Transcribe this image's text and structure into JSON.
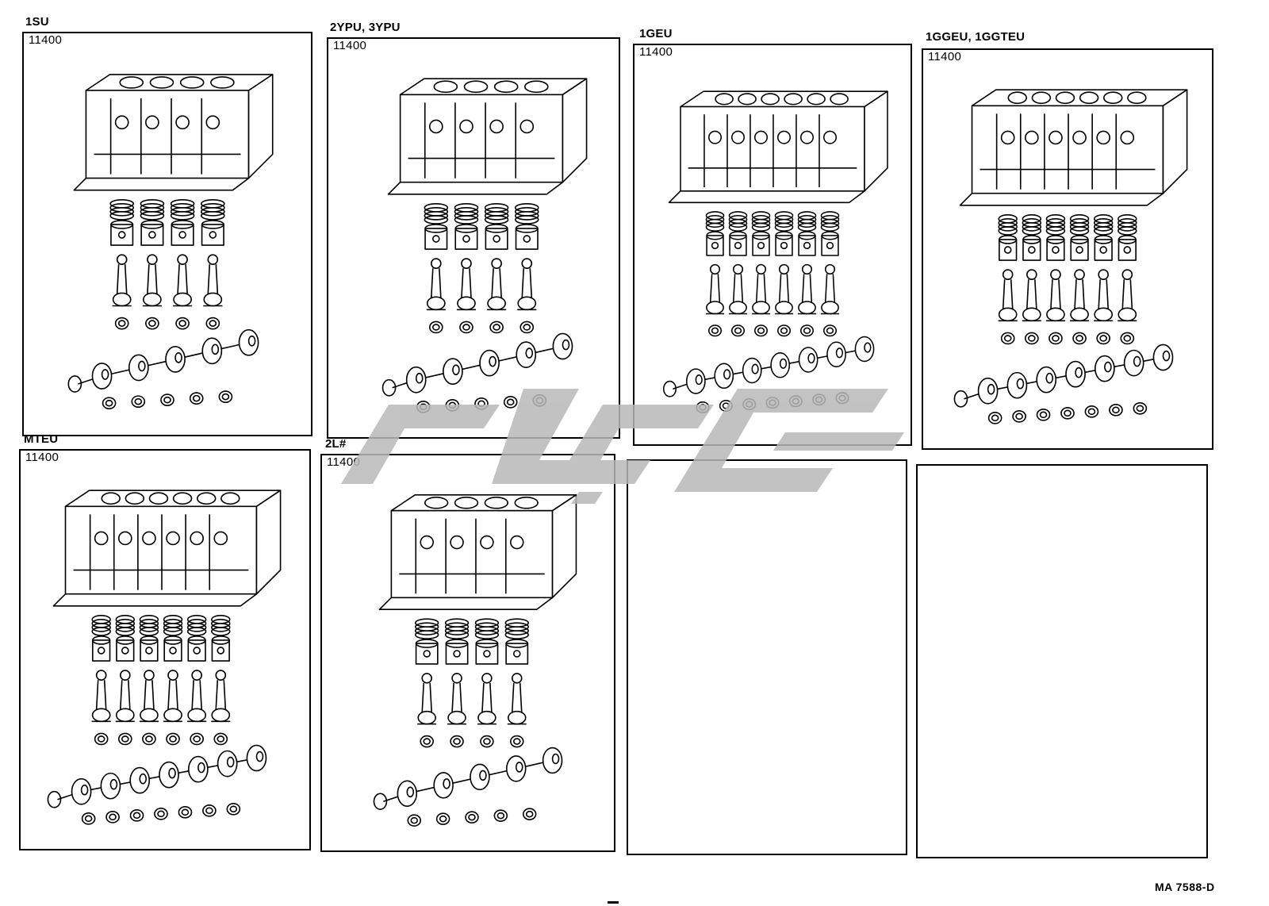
{
  "panels": [
    {
      "engine": "1SU",
      "code": "11400",
      "cylinders": 4,
      "variant": "a"
    },
    {
      "engine": "2YPU, 3YPU",
      "code": "11400",
      "cylinders": 4,
      "variant": "b"
    },
    {
      "engine": "1GEU",
      "code": "11400",
      "cylinders": 6,
      "variant": "c"
    },
    {
      "engine": "1GGEU, 1GGTEU",
      "code": "11400",
      "cylinders": 6,
      "variant": "d"
    },
    {
      "engine": "MTEU",
      "code": "11400",
      "cylinders": 6,
      "variant": "e"
    },
    {
      "engine": "2L#",
      "code": "11400",
      "cylinders": 4,
      "variant": "f"
    },
    {
      "engine": "",
      "code": "",
      "cylinders": 0,
      "variant": "empty"
    },
    {
      "engine": "",
      "code": "",
      "cylinders": 0,
      "variant": "empty"
    }
  ],
  "reference_code": "MA  7588-D",
  "icons": {
    "engine_block": "engine-block-icon",
    "piston": "piston-icon",
    "connecting_rod": "connecting-rod-icon",
    "bearing": "bearing-icon",
    "crankshaft": "crankshaft-icon",
    "watermark": "watermark-logo"
  },
  "colors": {
    "line": "#000000",
    "background": "#ffffff",
    "watermark": "#b8b8b8"
  }
}
